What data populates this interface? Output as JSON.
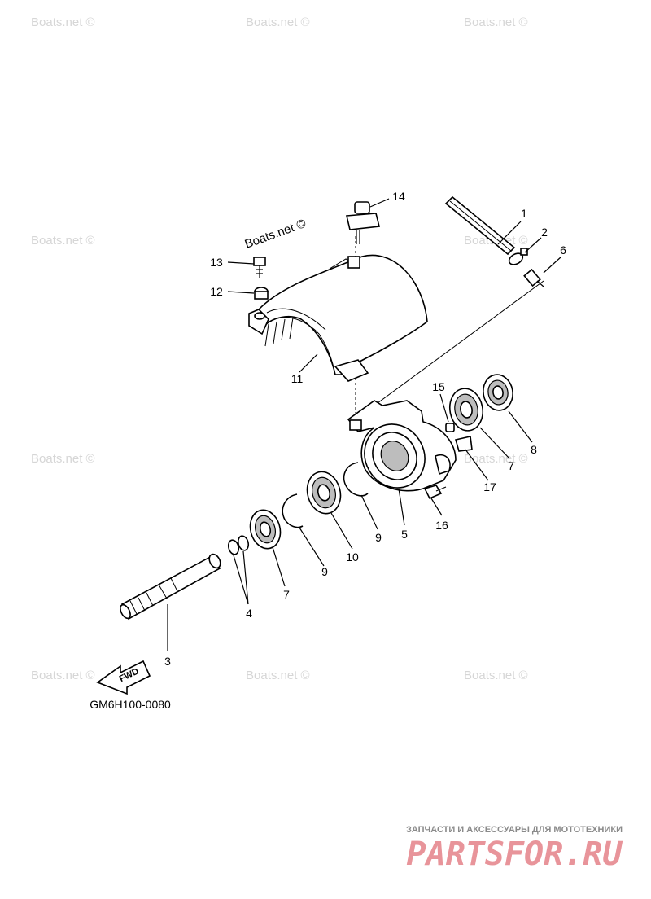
{
  "diagram": {
    "drawing_code": "GM6H100-0080",
    "boats_watermark": "Boats.net ©",
    "boats_label": "Boats.net ©",
    "fwd_label": "FWD",
    "brand": {
      "tagline": "ЗАПЧАСТИ И АКСЕССУАРЫ ДЛЯ МОТОТЕХНИКИ",
      "logo_text": "PARTSFOR.RU",
      "tagline_color": "#8a8a8a",
      "logo_color": "#e8949a"
    },
    "callouts": {
      "c1": "1",
      "c2": "2",
      "c3": "3",
      "c4": "4",
      "c5": "5",
      "c6": "6",
      "c7a": "7",
      "c7b": "7",
      "c8": "8",
      "c9a": "9",
      "c9b": "9",
      "c10": "10",
      "c11": "11",
      "c12": "12",
      "c13": "13",
      "c14": "14",
      "c15": "15",
      "c16": "16",
      "c17": "17"
    }
  }
}
